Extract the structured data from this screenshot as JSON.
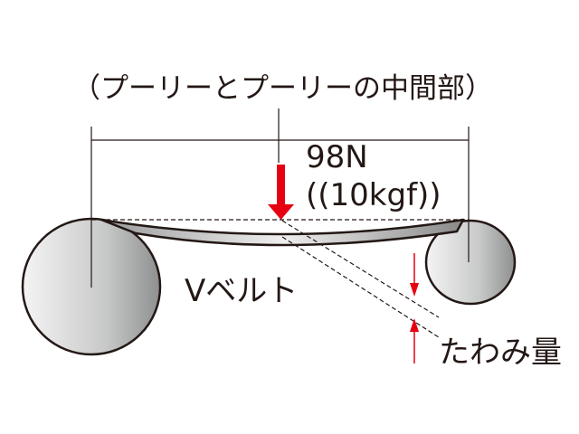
{
  "title": "（プーリーとプーリーの中間部）",
  "force": "98N",
  "force_kgf": "((10kgf))",
  "belt_label": "Vベルト",
  "deflection_label": "たわみ量",
  "colors": {
    "arrow": "#e60012",
    "line": "#231815"
  }
}
